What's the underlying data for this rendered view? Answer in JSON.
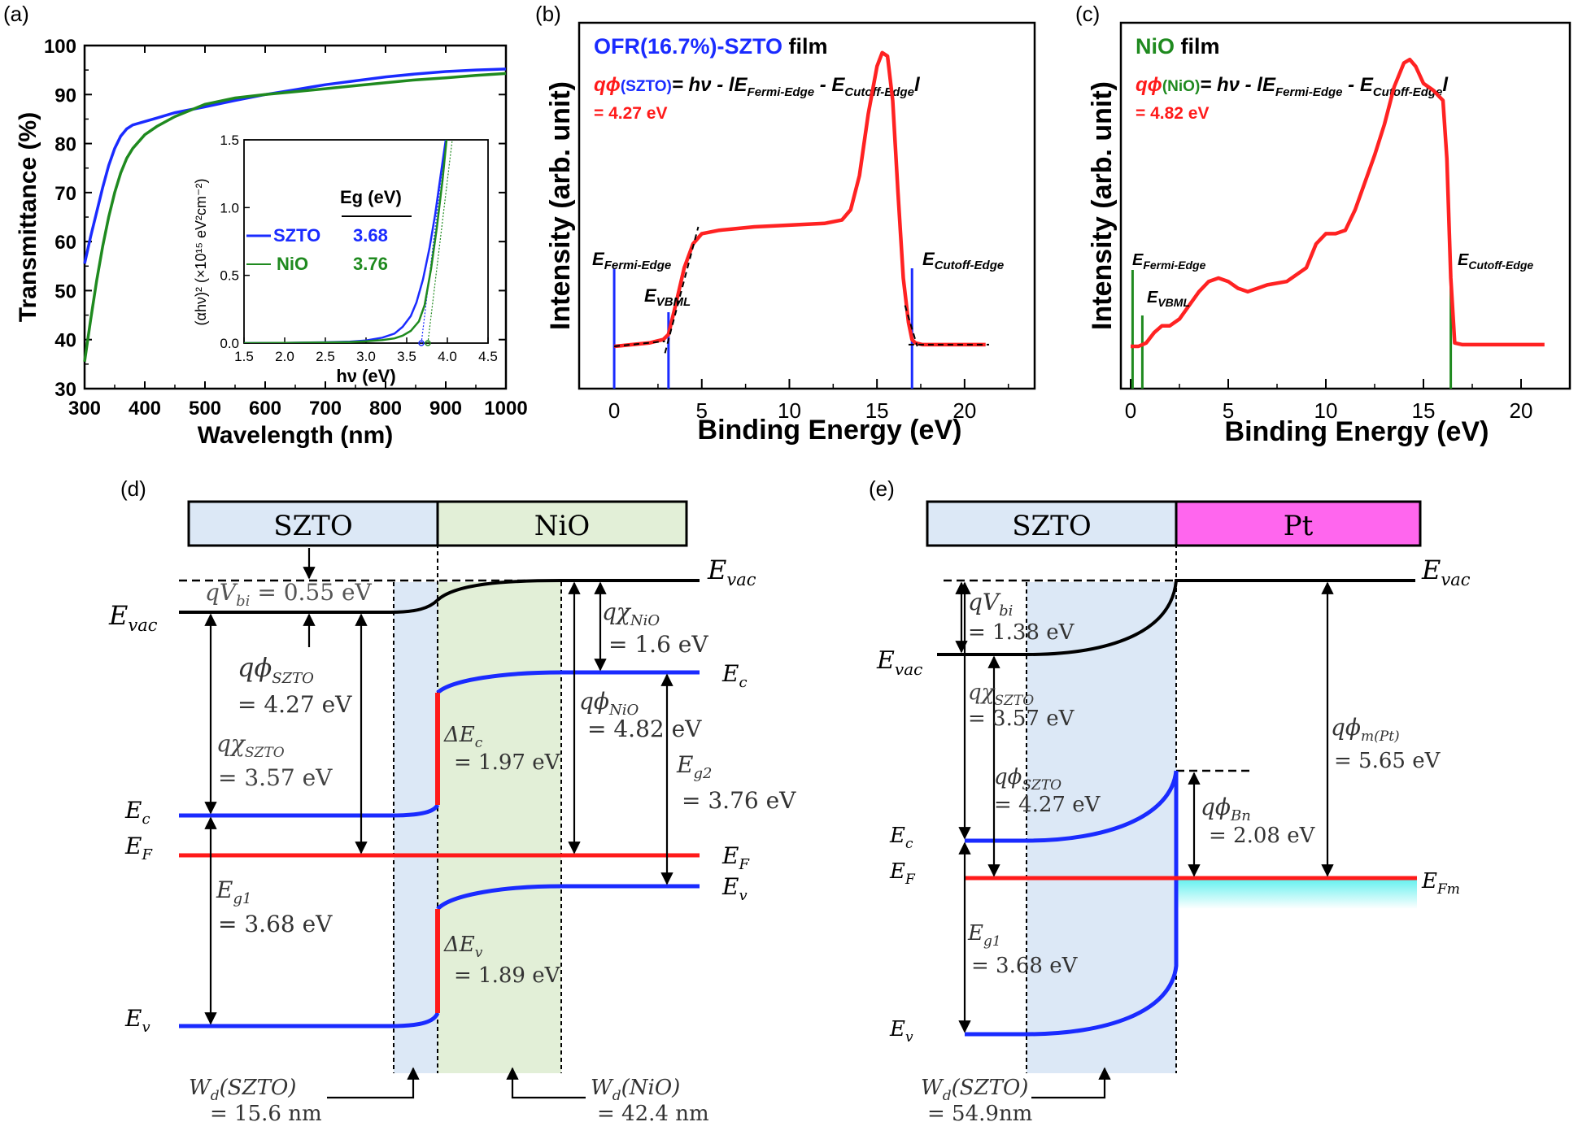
{
  "colors": {
    "szto": "#1a2bff",
    "nio": "#1f8a1f",
    "ups": "#ff2222",
    "fermi": "#ff1a1a",
    "szto_fill": "#dce8f6",
    "nio_fill": "#e2efd7",
    "pt_fill": "#ff66ee",
    "metal_fill": "#66f0ee"
  },
  "panels": {
    "a": {
      "label": "(a)"
    },
    "b": {
      "label": "(b)"
    },
    "c": {
      "label": "(c)"
    },
    "d": {
      "label": "(d)"
    },
    "e": {
      "label": "(e)"
    }
  },
  "chart_data": [
    {
      "id": "a",
      "type": "line",
      "xlabel": "Wavelength (nm)",
      "ylabel": "Transmittance (%)",
      "xlim": [
        300,
        1000
      ],
      "ylim": [
        30,
        100
      ],
      "x_ticks": [
        "300",
        "400",
        "500",
        "600",
        "700",
        "800",
        "900",
        "1000"
      ],
      "y_ticks": [
        "30",
        "40",
        "50",
        "60",
        "70",
        "80",
        "90",
        "100"
      ],
      "series": [
        {
          "name": "SZTO",
          "x": [
            300,
            310,
            320,
            330,
            340,
            350,
            360,
            370,
            380,
            400,
            420,
            450,
            500,
            550,
            600,
            650,
            700,
            750,
            800,
            850,
            900,
            950,
            1000
          ],
          "y": [
            55.5,
            61,
            66,
            71,
            75.5,
            79,
            81.5,
            83,
            83.8,
            84.5,
            85.2,
            86.3,
            87.5,
            88.8,
            90,
            91,
            92,
            92.8,
            93.6,
            94.2,
            94.7,
            95,
            95.2
          ]
        },
        {
          "name": "NiO",
          "x": [
            300,
            310,
            320,
            330,
            340,
            350,
            360,
            370,
            380,
            400,
            420,
            450,
            500,
            550,
            600,
            650,
            700,
            750,
            800,
            850,
            900,
            950,
            1000
          ],
          "y": [
            35.5,
            44,
            52,
            59,
            65,
            70,
            74,
            77,
            79,
            81.8,
            83.5,
            85.5,
            88,
            89.3,
            90,
            90.6,
            91.2,
            91.8,
            92.4,
            93,
            93.4,
            93.9,
            94.3
          ]
        }
      ],
      "inset": {
        "type": "line",
        "xlabel": "hν (eV)",
        "ylabel": "(αhν)² (×10¹⁵ eV²cm⁻²)",
        "xlim": [
          1.5,
          4.5
        ],
        "ylim": [
          0,
          1.5
        ],
        "x_ticks": [
          "1.5",
          "2.0",
          "2.5",
          "3.0",
          "3.5",
          "4.0",
          "4.5"
        ],
        "y_ticks": [
          "0.0",
          "0.5",
          "1.0",
          "1.5"
        ],
        "table_header": "Eg (eV)",
        "series": [
          {
            "name": "SZTO",
            "eg": "3.68",
            "x": [
              1.5,
              2.0,
              2.5,
              2.8,
              3.0,
              3.2,
              3.35,
              3.45,
              3.55,
              3.62,
              3.7,
              3.78,
              3.85,
              3.92,
              3.98
            ],
            "y": [
              0,
              0.002,
              0.006,
              0.01,
              0.02,
              0.04,
              0.07,
              0.12,
              0.2,
              0.3,
              0.47,
              0.7,
              0.95,
              1.25,
              1.5
            ]
          },
          {
            "name": "NiO",
            "eg": "3.76",
            "x": [
              1.5,
              2.0,
              2.5,
              2.8,
              3.0,
              3.2,
              3.35,
              3.45,
              3.55,
              3.65,
              3.72,
              3.8,
              3.87,
              3.94,
              3.99
            ],
            "y": [
              0,
              0.002,
              0.005,
              0.008,
              0.013,
              0.022,
              0.035,
              0.055,
              0.09,
              0.16,
              0.28,
              0.55,
              0.85,
              1.2,
              1.5
            ]
          }
        ]
      }
    },
    {
      "id": "b",
      "type": "line",
      "xlabel": "Binding Energy (eV)",
      "ylabel": "Intensity (arb. unit)",
      "xlim": [
        -2,
        24
      ],
      "ylim": [
        0,
        1
      ],
      "x_ticks": [
        "0",
        "5",
        "10",
        "15",
        "20"
      ],
      "title_parts": {
        "sample": "OFR(16.7%)-SZTO",
        "suffix": "film"
      },
      "formula": {
        "lhs": "qϕ",
        "sample": "(SZTO)",
        "eq": "= hν  - lE",
        "fermi_sub": "Fermi-Edge",
        "mid": " - E",
        "cutoff_sub": "Cutoff-Edge",
        "end": "l"
      },
      "value_text": "= 4.27 eV",
      "markers": [
        {
          "name": "E",
          "sub": "Fermi-Edge",
          "x": 0
        },
        {
          "name": "E",
          "sub": "VBML",
          "x": 3.1
        },
        {
          "name": "E",
          "sub": "Cutoff-Edge",
          "x": 17.0
        }
      ],
      "series": [
        {
          "x": [
            0,
            1,
            2,
            2.8,
            3.1,
            3.5,
            4.0,
            4.5,
            5.0,
            6,
            7,
            8,
            10,
            12,
            13,
            13.5,
            14,
            14.5,
            15,
            15.3,
            15.6,
            15.9,
            16.2,
            16.5,
            16.8,
            17.0,
            17.2,
            17.6,
            18,
            19,
            20,
            21.2
          ],
          "y": [
            0.1,
            0.105,
            0.11,
            0.12,
            0.135,
            0.22,
            0.33,
            0.4,
            0.43,
            0.44,
            0.445,
            0.45,
            0.455,
            0.46,
            0.47,
            0.5,
            0.6,
            0.78,
            0.92,
            0.96,
            0.95,
            0.82,
            0.55,
            0.3,
            0.17,
            0.12,
            0.11,
            0.105,
            0.105,
            0.105,
            0.105,
            0.105
          ]
        }
      ]
    },
    {
      "id": "c",
      "type": "line",
      "xlabel": "Binding Energy (eV)",
      "ylabel": "Intensity (arb. unit)",
      "xlim": [
        -0.5,
        22.5
      ],
      "ylim": [
        0,
        1
      ],
      "x_ticks": [
        "0",
        "5",
        "10",
        "15",
        "20"
      ],
      "title_parts": {
        "sample": "NiO",
        "suffix": "film"
      },
      "formula": {
        "lhs": "qϕ",
        "sample": "(NiO)",
        "eq": "= hν  - lE",
        "fermi_sub": "Fermi-Edge",
        "mid": " - E",
        "cutoff_sub": "Cutoff-Edge",
        "end": "l"
      },
      "value_text": "= 4.82 eV",
      "markers": [
        {
          "name": "E",
          "sub": "Fermi-Edge",
          "x": 0.1
        },
        {
          "name": "E",
          "sub": "VBML",
          "x": 0.6
        },
        {
          "name": "E",
          "sub": "Cutoff-Edge",
          "x": 16.4
        }
      ],
      "series": [
        {
          "x": [
            0,
            0.4,
            0.8,
            1.2,
            1.6,
            2.0,
            2.5,
            3.0,
            3.5,
            4.0,
            4.5,
            5.0,
            5.5,
            6.0,
            6.5,
            7.0,
            8.0,
            9.0,
            9.5,
            10.0,
            10.5,
            11.0,
            11.5,
            12.0,
            12.5,
            13.0,
            13.5,
            14.0,
            14.3,
            14.6,
            15.0,
            15.5,
            16.0,
            16.2,
            16.4,
            16.6,
            17.0,
            18,
            19,
            20,
            21.2
          ],
          "y": [
            0.1,
            0.1,
            0.11,
            0.14,
            0.16,
            0.16,
            0.18,
            0.22,
            0.26,
            0.29,
            0.3,
            0.29,
            0.27,
            0.26,
            0.27,
            0.28,
            0.29,
            0.33,
            0.4,
            0.43,
            0.43,
            0.44,
            0.5,
            0.58,
            0.66,
            0.75,
            0.86,
            0.93,
            0.94,
            0.92,
            0.87,
            0.85,
            0.82,
            0.65,
            0.3,
            0.11,
            0.105,
            0.105,
            0.105,
            0.105,
            0.105
          ]
        }
      ]
    }
  ],
  "diagram_d": {
    "header_left": "SZTO",
    "header_right": "NiO",
    "labels": {
      "evac_left": "E",
      "evac_left_sub": "vac",
      "evac_right": "E",
      "evac_right_sub": "vac",
      "ec_left": "E",
      "ec_left_sub": "c",
      "ef_left": "E",
      "ef_left_sub": "F",
      "ev_left": "E",
      "ev_left_sub": "v",
      "ec_right": "E",
      "ec_right_sub": "c",
      "ef_right": "E",
      "ef_right_sub": "F",
      "ev_right": "E",
      "ev_right_sub": "v",
      "vbi": "qV",
      "vbi_sub": "bi",
      "vbi_val": " = 0.55 eV",
      "phi_szto": "qϕ",
      "phi_szto_sub": "SZTO",
      "phi_szto_val": "= 4.27 eV",
      "chi_szto": "qχ",
      "chi_szto_sub": "SZTO",
      "chi_szto_val": "= 3.57 eV",
      "eg1": "E",
      "eg1_sub": "g1",
      "eg1_val": "= 3.68 eV",
      "dec": "ΔE",
      "dec_sub": "c",
      "dec_val": "= 1.97 eV",
      "dev": "ΔE",
      "dev_sub": "v",
      "dev_val": "= 1.89 eV",
      "chi_nio": "qχ",
      "chi_nio_sub": "NiO",
      "chi_nio_val": "= 1.6 eV",
      "phi_nio": "qϕ",
      "phi_nio_sub": "NiO",
      "phi_nio_val": "= 4.82 eV",
      "eg2": "E",
      "eg2_sub": "g2",
      "eg2_val": "= 3.76 eV",
      "wd_szto": "W",
      "wd_szto_sub": "d",
      "wd_szto_arg": "(SZTO)",
      "wd_szto_val": "= 15.6 nm",
      "wd_nio": "W",
      "wd_nio_sub": "d",
      "wd_nio_arg": "(NiO)",
      "wd_nio_val": "= 42.4 nm"
    }
  },
  "diagram_e": {
    "header_left": "SZTO",
    "header_right": "Pt",
    "labels": {
      "evac_left": "E",
      "evac_left_sub": "vac",
      "evac_right": "E",
      "evac_right_sub": "vac",
      "ec_left": "E",
      "ec_left_sub": "c",
      "ef_left": "E",
      "ef_left_sub": "F",
      "ev_left": "E",
      "ev_left_sub": "v",
      "efm": "E",
      "efm_sub": "Fm",
      "vbi": "qV",
      "vbi_sub": "bi",
      "vbi_val": "= 1.38 eV",
      "chi_szto": "qχ",
      "chi_szto_sub": "SZTO",
      "chi_szto_val": "= 3.57 eV",
      "phi_szto": "qϕ",
      "phi_szto_sub": "SZTO",
      "phi_szto_val": "= 4.27 eV",
      "phi_bn": "qϕ",
      "phi_bn_sub": "Bn",
      "phi_bn_val": "= 2.08 eV",
      "phi_m": "qϕ",
      "phi_m_sub": "m(Pt)",
      "phi_m_val": "= 5.65 eV",
      "eg1": "E",
      "eg1_sub": "g1",
      "eg1_val": "= 3.68 eV",
      "wd_szto": "W",
      "wd_szto_sub": "d",
      "wd_szto_arg": "(SZTO)",
      "wd_szto_val": "= 54.9nm"
    }
  }
}
